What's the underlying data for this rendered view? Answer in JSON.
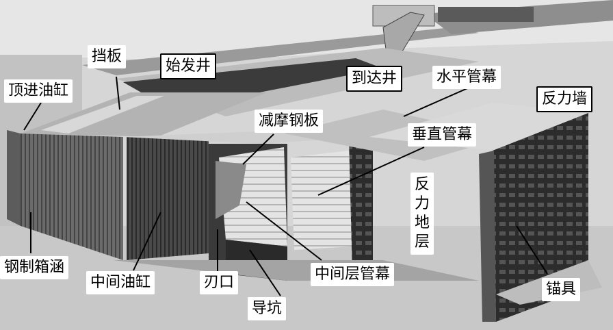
{
  "labels": {
    "baffle": "挡板",
    "launch_shaft": "始发井",
    "jacking_cylinder": "顶进油缸",
    "arrival_shaft": "到达井",
    "horizontal_pipe_roof": "水平管幕",
    "reaction_wall": "反力墙",
    "friction_reduction_plate": "减摩钢板",
    "vertical_pipe_roof": "垂直管幕",
    "reaction_stratum": "反力地层",
    "steel_box_culvert": "钢制箱涵",
    "middle_cylinder": "中间油缸",
    "cutting_edge": "刃口",
    "pilot_tunnel": "导坑",
    "middle_layer_pipe_roof": "中间层管幕",
    "anchorage": "锚具"
  }
}
